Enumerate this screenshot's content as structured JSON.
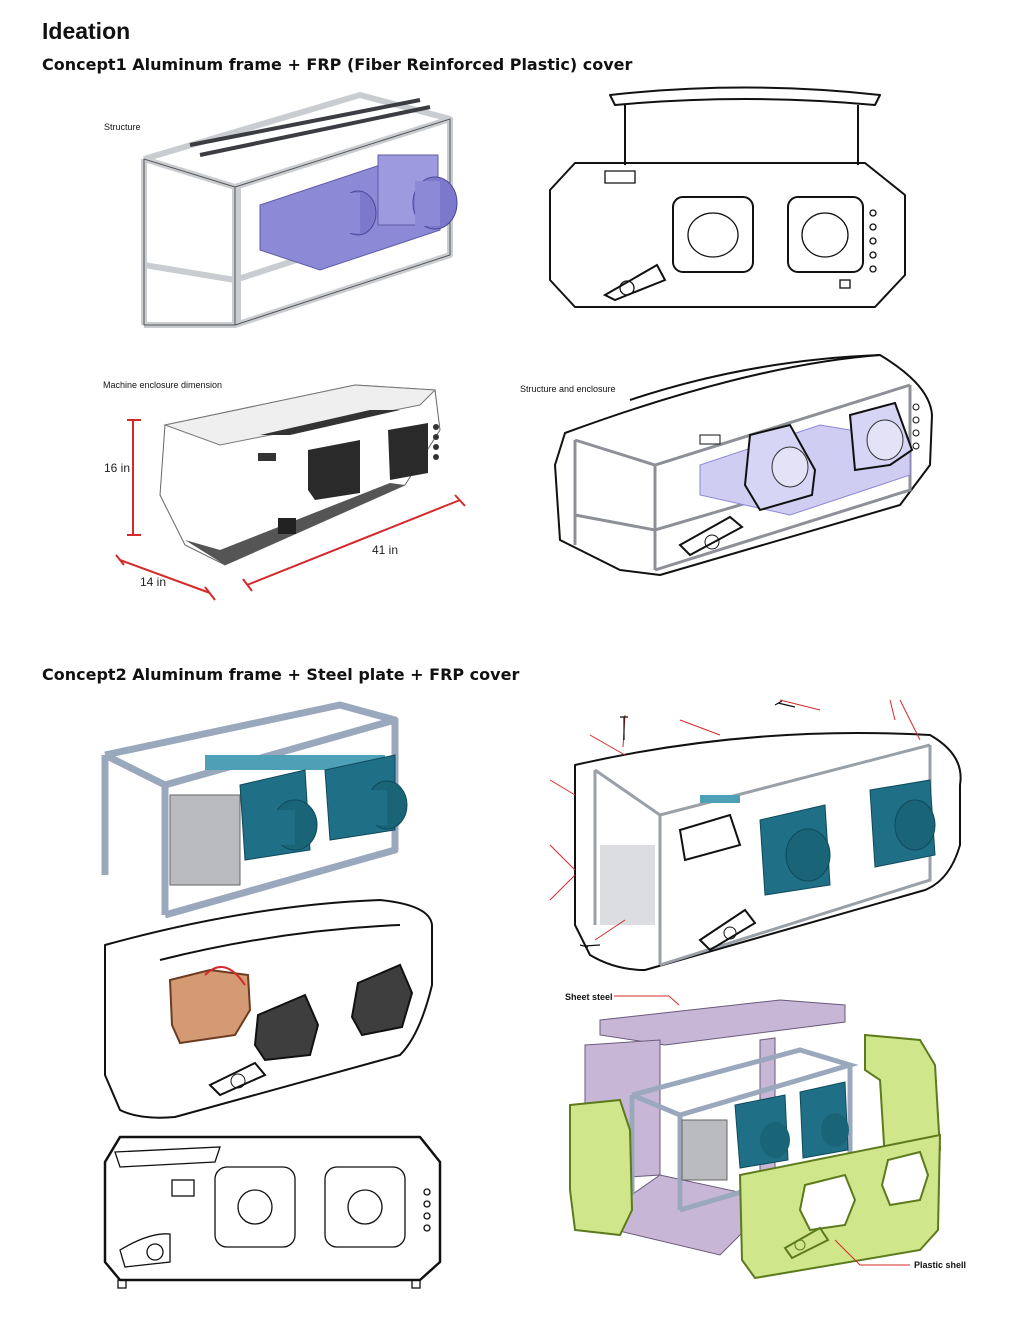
{
  "page": {
    "title": "Ideation"
  },
  "concept1": {
    "heading": "Concept1 Aluminum frame + FRP (Fiber Reinforced Plastic)  cover",
    "captions": {
      "structure": "Structure",
      "enclosure_dimension": "Machine enclosure dimension",
      "structure_and_enclosure": "Structure and enclosure"
    },
    "dimensions": {
      "height": "16 in",
      "depth": "14 in",
      "length": "41 in"
    }
  },
  "concept2": {
    "heading": "Concept2 Aluminum frame + Steel plate + FRP cover",
    "callouts": {
      "sheet_steel": "Sheet steel",
      "plastic_shell": "Plastic shell"
    }
  },
  "colors": {
    "frame_metal": "#c9ccd1",
    "purple_block": "#8c89d6",
    "teal_motor": "#1f6f86",
    "dimension_red": "#d42a2a",
    "steel_plate": "#c8b6d6",
    "plastic_shell": "#cfe68a",
    "hinge_panel": "#d39a74"
  }
}
